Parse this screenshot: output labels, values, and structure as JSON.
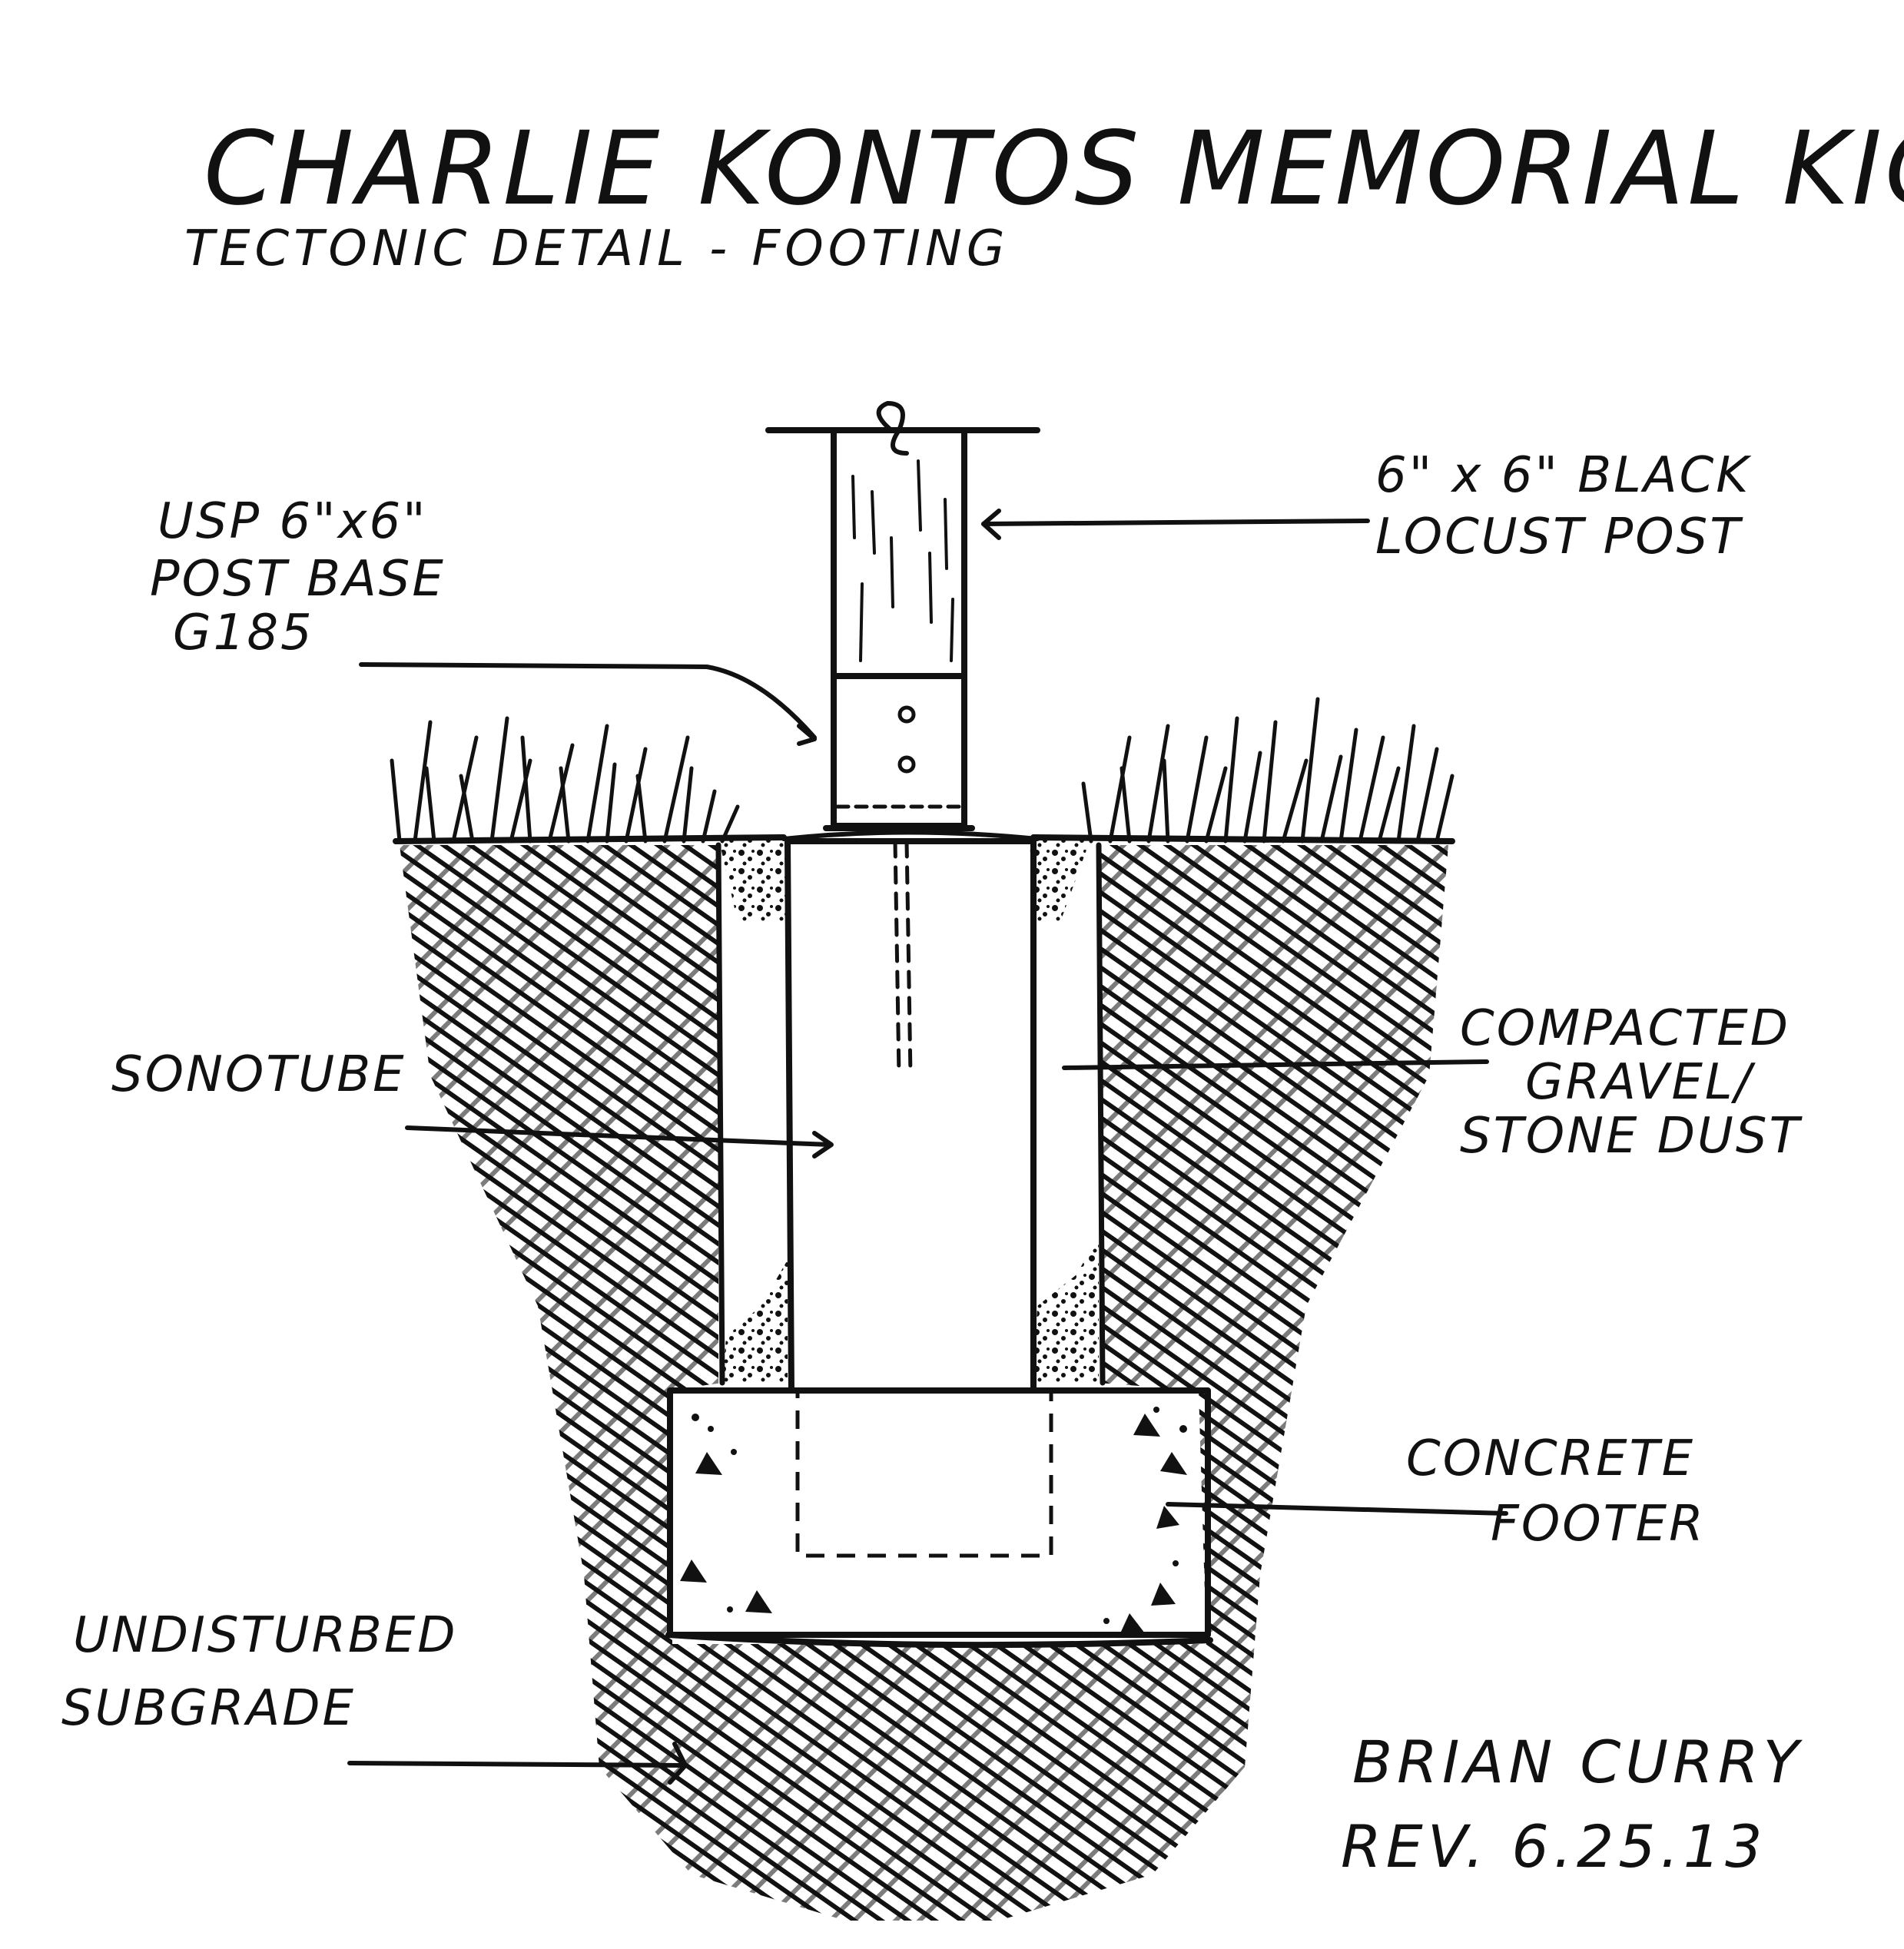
{
  "title": "CHARLIE KONTOS MEMORIAL KIOSK",
  "subtitle": "TECTONIC DETAIL - FOOTING",
  "labels": {
    "post": [
      "6\" x 6\" BLACK",
      "LOCUST POST"
    ],
    "post_base": [
      "USP 6\"x6\"",
      "POST BASE",
      "G185"
    ],
    "sonotube": "SONOTUBE",
    "gravel": [
      "COMPACTED",
      "GRAVEL/",
      "STONE DUST"
    ],
    "footer": [
      "CONCRETE",
      "FOOTER"
    ],
    "subgrade": [
      "UNDISTURBED",
      "SUBGRADE"
    ]
  },
  "signature": {
    "author": "BRIAN CURRY",
    "revision": "REV. 6.25.13"
  },
  "colors": {
    "ink": "#111111",
    "paper": "#ffffff"
  }
}
